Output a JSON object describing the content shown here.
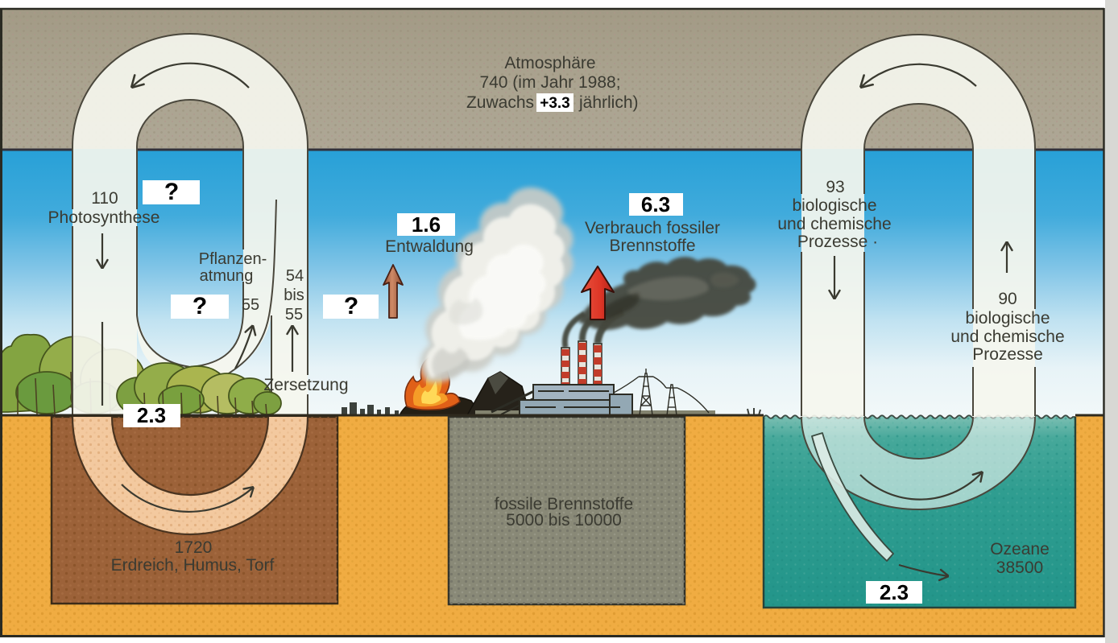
{
  "atmosphere": {
    "title": "Atmosphäre",
    "line2": "740 (im Jahr 1988;",
    "line3_pre": "Zuwachs",
    "growth_value": "+3.3",
    "line3_post": "jährlich)"
  },
  "land_cycle": {
    "photosynthesis_value": "110",
    "photosynthesis_label": "Photosynthese",
    "unknown_top": "?",
    "respiration_label_line1": "Pflanzen-",
    "respiration_label_line2": "atmung",
    "respiration_value": "55",
    "unknown_mid": "?",
    "decomposition_value_line1": "54",
    "decomposition_value_line2": "bis",
    "decomposition_value_line3": "55",
    "decomposition_label": "Zersetzung",
    "soil_flux_value": "2.3",
    "soil_value": "1720",
    "soil_label": "Erdreich, Humus, Torf"
  },
  "deforestation": {
    "value": "1.6",
    "label": "Entwaldung",
    "unknown": "?"
  },
  "fossil_fuel": {
    "value": "6.3",
    "label_line1": "Verbrauch fossiler",
    "label_line2": "Brennstoffe",
    "reservoir_line1": "fossile Brennstoffe",
    "reservoir_line2": "5000 bis 10000"
  },
  "ocean_cycle": {
    "down_value": "93",
    "down_label_line1": "biologische",
    "down_label_line2": "und chemische",
    "down_label_line3": "Prozesse ·",
    "up_value": "90",
    "up_label_line1": "biologische",
    "up_label_line2": "und chemische",
    "up_label_line3": "Prozesse",
    "ocean_label": "Ozeane",
    "ocean_value": "38500",
    "sink_value": "2.3"
  },
  "colors": {
    "atmosphere_band": "#a7a08d",
    "sky_top": "#2aa2d8",
    "sky_bottom": "#eef6f8",
    "ground_orange": "#f0ac42",
    "soil_brown": "#9c6239",
    "fossil_gray": "#8d8d7b",
    "ocean_teal": "#2f9d90",
    "tube_white": "#f2f4ee",
    "soil_tube_pink": "#f3c99f",
    "arrow_red": "#e2392b",
    "outline_dark": "#3a3a30"
  }
}
